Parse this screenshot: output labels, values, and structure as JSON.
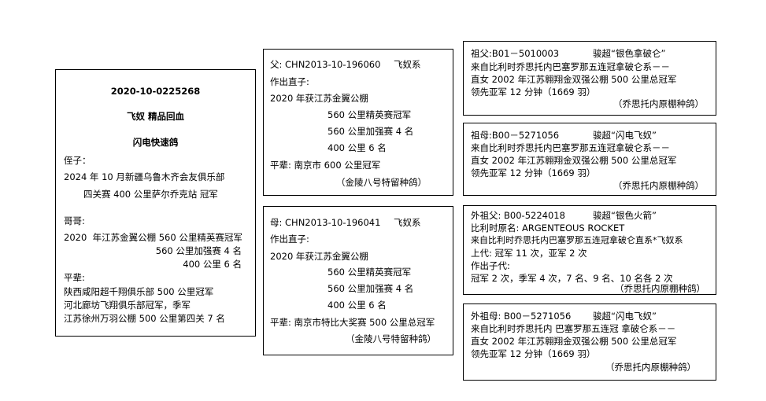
{
  "main": {
    "ring": "2020-10-0225268",
    "line1": "飞奴 精品回血",
    "line2": "闪电快速鸽",
    "nephew_label": "侄子：",
    "nephew": [
      "2024 年 10 月新疆乌鲁木齐会友俱乐部",
      "四关赛 400 公里萨尔乔克站 冠军"
    ],
    "brother_label": "哥哥:",
    "brother": [
      "2020  年江苏金翼公棚 560 公里精英赛冠军",
      "560 公里加强赛 4 名",
      "400 公里 6 名"
    ],
    "sibling_label": "平辈:",
    "sibling": [
      "陕西咸阳超千翔俱乐部 500 公里冠军",
      "河北廊坊飞翔俱乐部冠军，季军",
      "江苏徐州万羽公棚 500 公里第四关 7 名"
    ]
  },
  "father": {
    "ring": "父: CHN2013-10-196060",
    "line": "飞奴系",
    "produced": "作出直子:",
    "l1": "2020 年获江苏金翼公棚",
    "l2": "560 公里精英赛冠军",
    "l3": "560 公里加强赛 4 名",
    "l4": "400 公里 6 名",
    "sibling": "平辈: 南京市 600 公里冠军",
    "note": "（金陵八号特留种鸽）"
  },
  "mother": {
    "ring": "母: CHN2013-10-196041",
    "line": "飞奴系",
    "produced": "作出直子:",
    "l1": "2020 年获江苏金翼公棚",
    "l2": "560 公里精英赛冠军",
    "l3": "560 公里加强赛 4 名",
    "l4": "400 公里 6 名",
    "sibling": "平辈: 南京市特比大奖赛 500 公里总冠军",
    "note": "（金陵八号特留种鸽）"
  },
  "gf": {
    "ring": "祖父:B01－5010003",
    "name": "骏超“银色拿破仑”",
    "lines": [
      "来自比利时乔思托内巴塞罗那五连冠拿破仑系－－",
      "直女 2002 年江苏翱翔金双强公棚 500 公里总冠军",
      "领先亚军 12 分钟（1669 羽）"
    ],
    "note": "（乔思托内原棚种鸽）"
  },
  "gm": {
    "ring": "祖母:B00－5271056",
    "name": "骏超“闪电飞奴”",
    "lines": [
      "来自比利时乔思托内巴塞罗那五连冠拿破仑系－－",
      "直女 2002 年江苏翱翔金双强公棚 500 公里总冠军",
      "领先亚军 12 分钟（1669 羽）"
    ],
    "note": "（乔思托内原棚种鸽）"
  },
  "mgf": {
    "ring": "外祖父: B00-5224018",
    "name": "骏超“银色火箭”",
    "lines": [
      "比利时原名: ARGENTEOUS ROCKET",
      "来自比利时乔思托内巴塞罗那五连冠拿破仑直系*飞奴系",
      "上代: 冠军 11 次，亚军 2 次",
      "作出子代:",
      "冠军 2 次，季军 4 次，7 名、9 名、10 名各 2 次"
    ],
    "note": "（乔思托内原棚种鸽）"
  },
  "mgm": {
    "ring": "外祖母: B00－5271056",
    "name": "骏超“闪电飞奴”",
    "lines": [
      "来自比利时乔思托内 巴塞罗那五连冠 拿破仑系－－",
      "直女 2002 年江苏翱翔金双强公棚 500 公里总冠军",
      "领先亚军 12 分钟（1669 羽）"
    ],
    "note": "（乔思托内原棚种鸽）"
  }
}
